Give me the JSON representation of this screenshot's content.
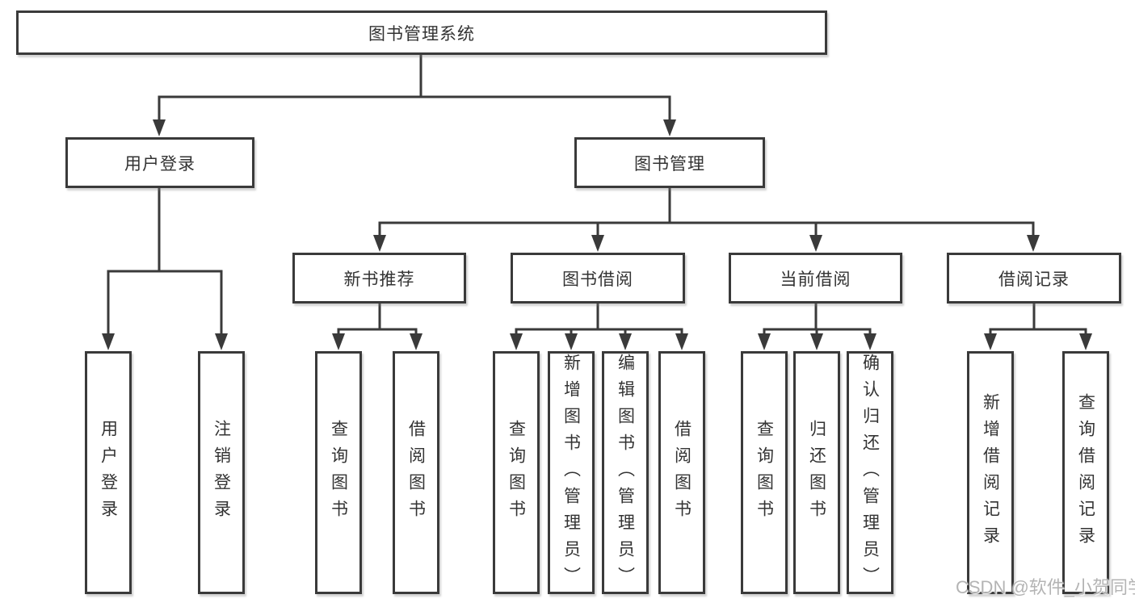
{
  "diagram": {
    "root": {
      "label": "图书管理系统"
    },
    "level2": {
      "user_login": {
        "label": "用户登录"
      },
      "book_mgmt": {
        "label": "图书管理"
      }
    },
    "level3": {
      "new_books": {
        "label": "新书推荐"
      },
      "borrowing": {
        "label": "图书借阅"
      },
      "current": {
        "label": "当前借阅"
      },
      "records": {
        "label": "借阅记录"
      }
    },
    "leaves": {
      "user_login_1": {
        "label": "用户登录"
      },
      "user_login_2": {
        "label": "注销登录"
      },
      "new_books_1": {
        "label": "查询图书"
      },
      "new_books_2": {
        "label": "借阅图书"
      },
      "borrowing_1": {
        "label": "查询图书"
      },
      "borrowing_2": {
        "label": "新增图书（管理员）"
      },
      "borrowing_3": {
        "label": "编辑图书（管理员）"
      },
      "borrowing_4": {
        "label": "借阅图书"
      },
      "current_1": {
        "label": "查询图书"
      },
      "current_2": {
        "label": "归还图书"
      },
      "current_3": {
        "label": "确认归还（管理员）"
      },
      "records_1": {
        "label": "新增借阅记录"
      },
      "records_2": {
        "label": "查询借阅记录"
      }
    }
  },
  "watermark": "CSDN @软件_小贺同学",
  "colors": {
    "line": "#3a3a3a",
    "text": "#333333",
    "watermark": "#b4b4b4",
    "background": "#ffffff"
  }
}
